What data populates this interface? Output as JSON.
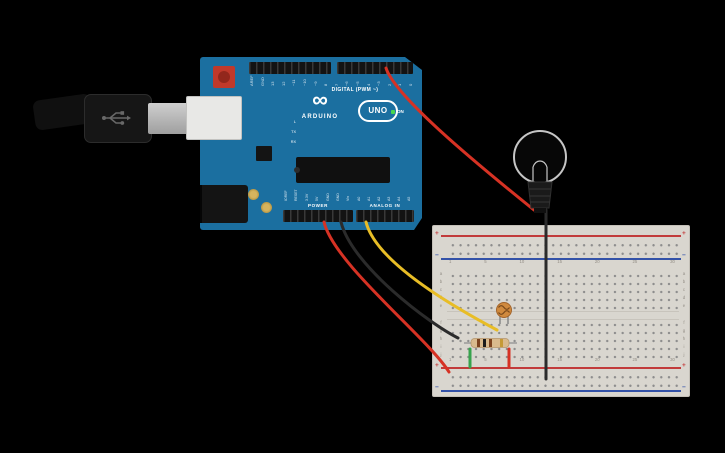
{
  "colors": {
    "wire_red": "#d63224",
    "wire_black": "#2b2b2b",
    "wire_yellow": "#e8bd26",
    "wire_green": "#37a34c"
  },
  "arduino": {
    "digital_label": "DIGITAL (PWM ~)",
    "brand": "ARDUINO",
    "model": "UNO",
    "on_label": "ON",
    "led_labels": [
      "L",
      "TX",
      "RX"
    ],
    "power_label": "POWER",
    "analog_label": "ANALOG IN",
    "digital_pins": [
      "AREF",
      "GND",
      "13",
      "12",
      "~11",
      "~10",
      "~9",
      "8",
      "7",
      "~6",
      "~5",
      "4",
      "~3",
      "2",
      "1",
      "0"
    ],
    "power_pins": [
      "IOREF",
      "RESET",
      "3.3V",
      "5V",
      "GND",
      "GND",
      "Vin"
    ],
    "analog_pins": [
      "A0",
      "A1",
      "A2",
      "A3",
      "A4",
      "A5"
    ]
  },
  "breadboard": {
    "column_numbers": [
      "1",
      "5",
      "10",
      "15",
      "20",
      "25",
      "30"
    ],
    "row_letters_top": [
      "a",
      "b",
      "c",
      "d",
      "e"
    ],
    "row_letters_bottom": [
      "f",
      "g",
      "h",
      "i",
      "j"
    ],
    "plus": "+",
    "minus": "−"
  }
}
